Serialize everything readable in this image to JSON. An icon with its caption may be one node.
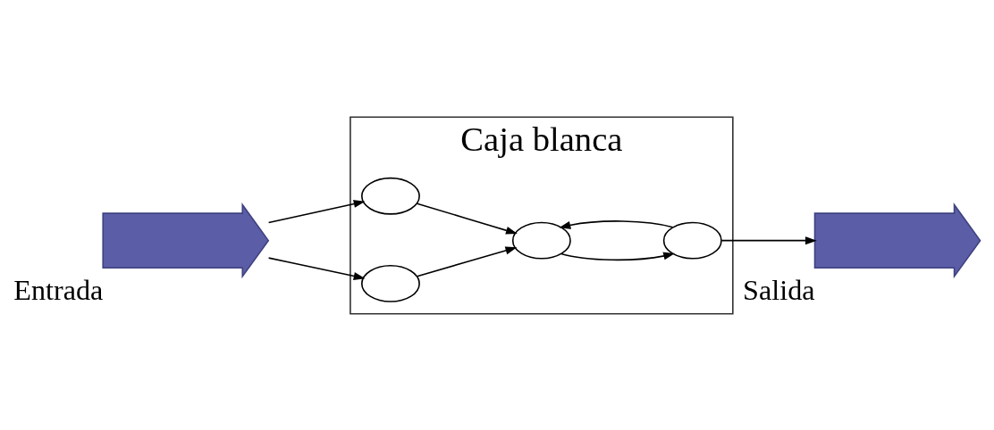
{
  "diagram": {
    "nodes": [
      {
        "text": [
          "Caja blanca"
        ]
      },
      {
        "text": [
          "Entrada"
        ]
      },
      {
        "text": [],
        "shape": "circle",
        "in": 0
      },
      {
        "text": [],
        "shape": "circle",
        "in": 0
      },
      {
        "text": [],
        "shape": "circle",
        "in": 0
      },
      {
        "text": [],
        "shape": "circle",
        "in": 0
      },
      {
        "text": [
          "Salida"
        ]
      }
    ],
    "edges": [
      {
        "from": 1,
        "to": 2,
        "arrow": "to"
      },
      {
        "from": 1,
        "to": 3,
        "arrow": "to"
      },
      {
        "from": 2,
        "to": 4,
        "arrow": "to"
      },
      {
        "from": 3,
        "to": 4,
        "arrow": "to"
      },
      {
        "from": 4,
        "to": 5,
        "arrow": "to"
      },
      {
        "from": 5,
        "to": 4,
        "arrow": "to"
      },
      {
        "from": 5,
        "to": 6,
        "arrow": "to"
      }
    ]
  }
}
